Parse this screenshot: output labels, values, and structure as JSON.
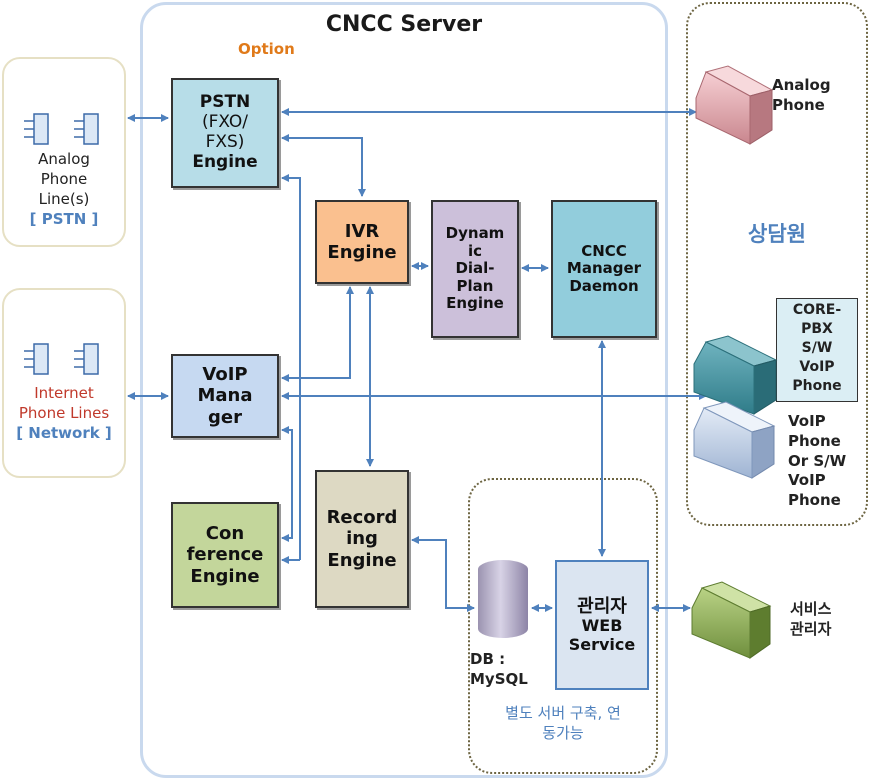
{
  "diagram": {
    "title": "CNCC Server",
    "option": "Option",
    "analog_lines": {
      "line1": "Analog",
      "line2": "Phone",
      "line3": "Line(s)",
      "tag": "[ PSTN ]"
    },
    "internet_lines": {
      "line1": "Internet",
      "line2": "Phone Lines",
      "tag": "[ Network ]"
    },
    "pstn": [
      "PSTN",
      "(FXO/",
      "FXS)",
      "Engine"
    ],
    "ivr": [
      "IVR",
      "Engine"
    ],
    "dialplan": [
      "Dynam",
      "ic",
      "Dial-",
      "Plan",
      "Engine"
    ],
    "manager": [
      "CNCC",
      "Manager",
      "Daemon"
    ],
    "voip": [
      "VoIP",
      "Mana",
      "ger"
    ],
    "recording": [
      "Record",
      "ing",
      "Engine"
    ],
    "conference": [
      "Con",
      "ference",
      "Engine"
    ],
    "web": [
      "관리자",
      "WEB",
      "Service"
    ],
    "db": [
      "DB :",
      "MySQL"
    ],
    "separate": [
      "별도 서버 구축, 연",
      "동가능"
    ],
    "agent": "상담원",
    "analog_phone": [
      "Analog",
      "Phone"
    ],
    "core_pbx": [
      "CORE-",
      "PBX",
      "S/W",
      "VoIP",
      "Phone"
    ],
    "voip_phone": [
      "VoIP",
      "Phone",
      "Or S/W",
      "VoIP",
      "Phone"
    ],
    "service_admin": [
      "서비스",
      "관리자"
    ],
    "colors": {
      "pstn": "#b7dde8",
      "ivr": "#fac08f",
      "dialplan": "#ccc0da",
      "manager": "#92cddc",
      "voip": "#c6d9f1",
      "recording": "#ddd9c3",
      "conference": "#c3d69b",
      "web": "#dbe5f1",
      "arrow": "#4f81bd"
    }
  }
}
